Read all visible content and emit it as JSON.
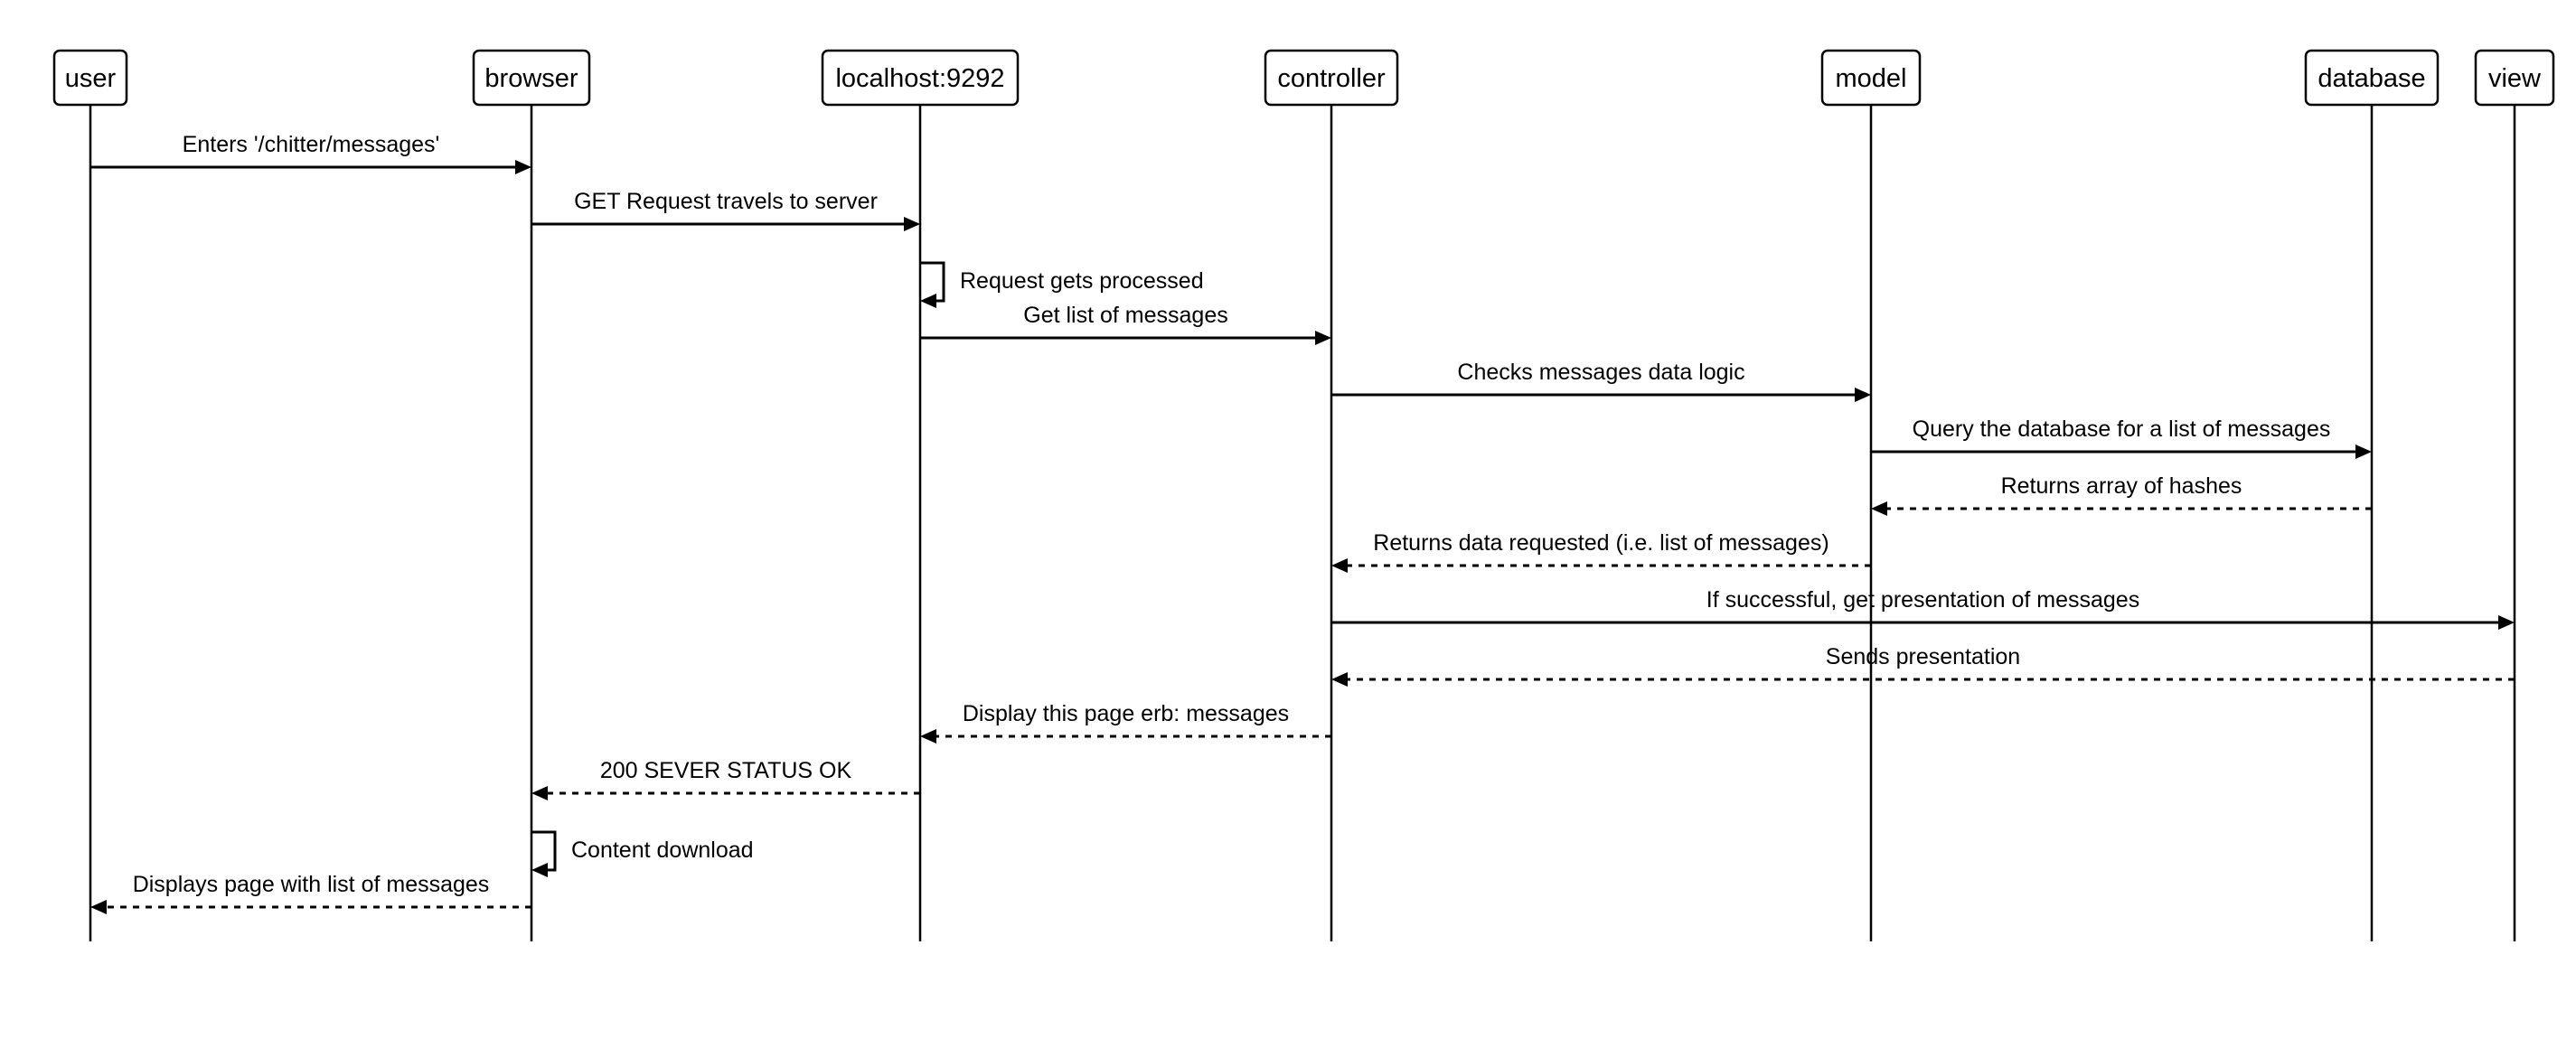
{
  "diagram": {
    "participants": [
      {
        "id": "user",
        "label": "user"
      },
      {
        "id": "browser",
        "label": "browser"
      },
      {
        "id": "localhost",
        "label": "localhost:9292"
      },
      {
        "id": "controller",
        "label": "controller"
      },
      {
        "id": "model",
        "label": "model"
      },
      {
        "id": "database",
        "label": "database"
      },
      {
        "id": "view",
        "label": "view"
      }
    ],
    "messages": [
      {
        "from": "user",
        "to": "browser",
        "label": "Enters '/chitter/messages'",
        "style": "solid"
      },
      {
        "from": "browser",
        "to": "localhost",
        "label": "GET Request travels to server",
        "style": "solid"
      },
      {
        "from": "localhost",
        "to": "localhost",
        "label": "Request gets processed",
        "style": "solid"
      },
      {
        "from": "localhost",
        "to": "controller",
        "label": "Get list of messages",
        "style": "solid"
      },
      {
        "from": "controller",
        "to": "model",
        "label": "Checks messages data logic",
        "style": "solid"
      },
      {
        "from": "model",
        "to": "database",
        "label": "Query the database for a list of messages",
        "style": "solid"
      },
      {
        "from": "database",
        "to": "model",
        "label": "Returns array of hashes",
        "style": "dashed"
      },
      {
        "from": "model",
        "to": "controller",
        "label": "Returns data requested (i.e. list of messages)",
        "style": "dashed"
      },
      {
        "from": "controller",
        "to": "view",
        "label": "If successful, get presentation of messages",
        "style": "solid"
      },
      {
        "from": "view",
        "to": "controller",
        "label": "Sends presentation",
        "style": "dashed"
      },
      {
        "from": "controller",
        "to": "localhost",
        "label": "Display this page erb: messages",
        "style": "dashed"
      },
      {
        "from": "localhost",
        "to": "browser",
        "label": "200 SEVER STATUS OK",
        "style": "dashed"
      },
      {
        "from": "browser",
        "to": "browser",
        "label": "Content download",
        "style": "solid"
      },
      {
        "from": "browser",
        "to": "user",
        "label": "Displays page with list of messages",
        "style": "dashed"
      }
    ]
  }
}
